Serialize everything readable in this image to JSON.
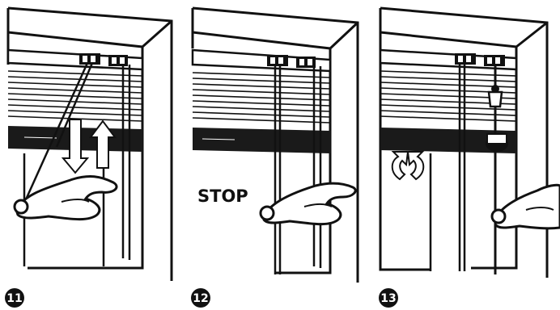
{
  "steps": [
    {
      "number": "11",
      "icon": "hand-pulling-cord-icon",
      "arrows": [
        "down-arrow",
        "up-arrow"
      ]
    },
    {
      "number": "12",
      "icon": "hand-holding-cord-icon",
      "label": "STOP"
    },
    {
      "number": "13",
      "icon": "hand-tilting-wand-icon",
      "arrows": [
        "rotate-left-arrow",
        "rotate-right-arrow"
      ]
    }
  ],
  "colors": {
    "ink": "#111111",
    "paper": "#ffffff",
    "rail": "#1a1a1a"
  }
}
